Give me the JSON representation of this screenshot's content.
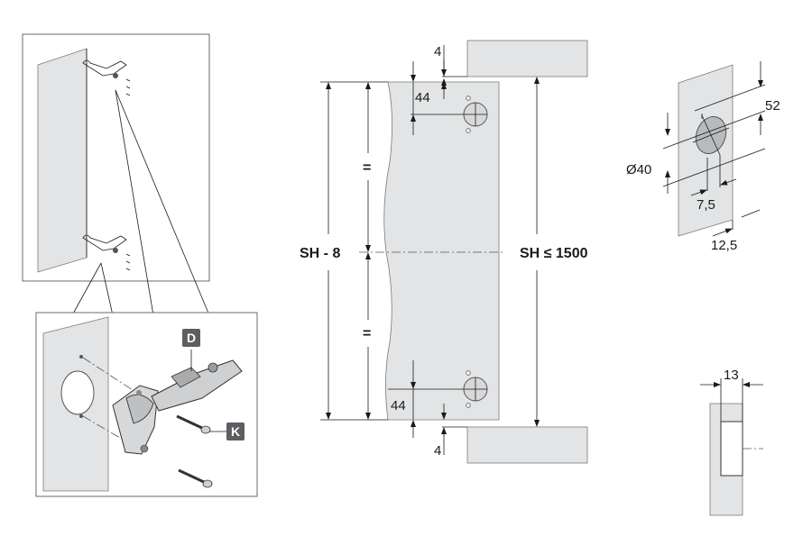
{
  "labels": {
    "top_gap": "4",
    "top_offset": "44",
    "left_total": "SH - 8",
    "equal_upper": "=",
    "equal_lower": "=",
    "right_total": "SH ≤ 1500",
    "bottom_offset": "44",
    "bottom_gap": "4",
    "cup_diameter": "Ø40",
    "cup_height": "52",
    "cup_distance": "7,5",
    "edge_distance": "12,5",
    "section_width": "13",
    "part_d": "D",
    "part_k": "K"
  },
  "colors": {
    "panel": "#e3e4e5",
    "badge": "#5c5f62",
    "line": "#1a1a1a"
  }
}
